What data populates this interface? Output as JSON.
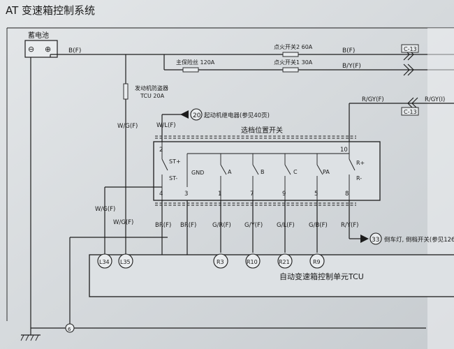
{
  "title": "AT 变速箱控制系统",
  "battery": {
    "label": "蓄电池",
    "neg": "⊖",
    "pos": "⊕"
  },
  "wires": {
    "bat_out": "B(F)",
    "ign2_out": "B(F)",
    "ign1_out": "B/Y(F)",
    "fuse_tcu": "W/G(F)",
    "starter": "W/L(F)",
    "left1": "W/G(F)",
    "left2": "W/G(F)",
    "rgy_in": "R/GY(F)",
    "rgy_out": "R/GY(I)",
    "pin4": "BR(F)",
    "pin3": "BR(F)",
    "pin1": "G/R(F)",
    "pin7": "G/Y(F)",
    "pin9": "G/L(F)",
    "pin5": "G/B(F)",
    "pin8": "R/Y(F)"
  },
  "fuses": {
    "ign2": "点火开关2 60A",
    "ign1": "点火开关1 30A",
    "main": "主保险丝 120A",
    "tcu_l1": "发动机防盗器",
    "tcu_l2": "TCU 20A"
  },
  "connectors": {
    "c13a": "C-13",
    "c13b": "C-13"
  },
  "refs": {
    "r20_num": "20",
    "r20_text": "起动机继电器(参见40页)",
    "r33_num": "33",
    "r33_text": "倒车灯, 倒档开关(参见126"
  },
  "switch_box": {
    "title": "选档位置开关",
    "top_pins": {
      "p2": "2",
      "p10": "10"
    },
    "bottom_pins": {
      "p4": "4",
      "p3": "3",
      "p1": "1",
      "p7": "7",
      "p9": "9",
      "p5": "5",
      "p8": "8"
    },
    "labels": {
      "st_plus": "ST+",
      "st_minus": "ST-",
      "gnd": "GND",
      "a": "A",
      "b": "B",
      "c": "C",
      "pa": "PA",
      "r_plus": "R+",
      "r_minus": "R-"
    }
  },
  "tcu": {
    "label": "自动变速箱控制单元TCU"
  },
  "circle_connectors": {
    "l34": "L34",
    "l35": "L35",
    "r3": "R3",
    "r10": "R10",
    "r21": "R21",
    "r9": "R9"
  },
  "ground": {
    "label": "6"
  }
}
